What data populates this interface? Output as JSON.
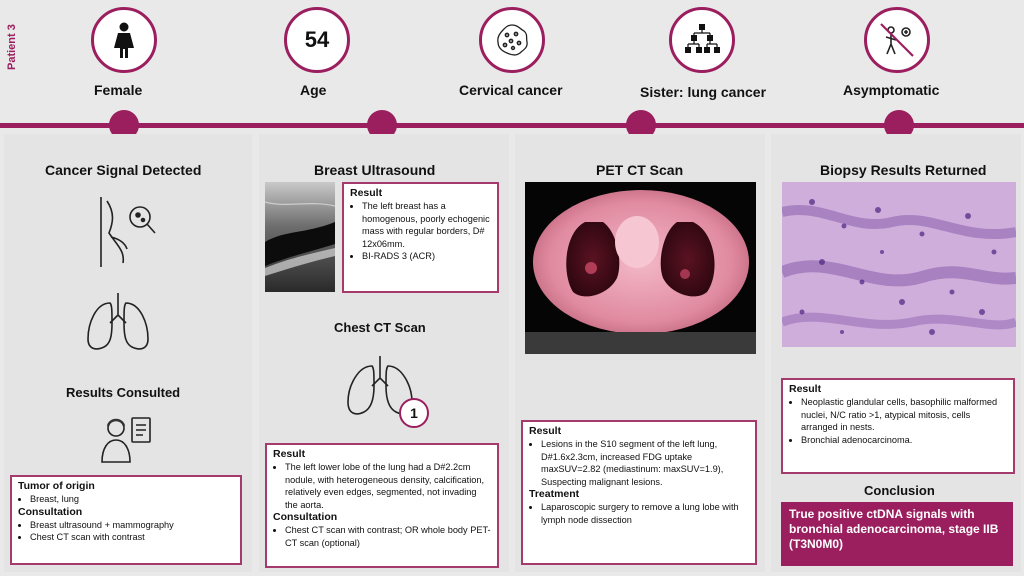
{
  "patient_label": "Patient 3",
  "profile": {
    "sex": "Female",
    "age_value": "54",
    "age_label": "Age",
    "history": "Cervical cancer",
    "family": "Sister: lung cancer",
    "symptoms": "Asymptomatic"
  },
  "col1": {
    "title": "Cancer Signal Detected",
    "consult_title": "Results Consulted",
    "tumor_head": "Tumor of origin",
    "tumor_items": [
      "Breast, lung"
    ],
    "consult_head": "Consultation",
    "consult_items": [
      "Breast ultrasound + mammography",
      "Chest CT scan with contrast"
    ]
  },
  "col2": {
    "title": "Breast Ultrasound",
    "us_head": "Result",
    "us_items": [
      "The left breast has a homogenous, poorly echogenic mass with regular borders, D# 12x06mm.",
      "BI-RADS 3 (ACR)"
    ],
    "ct_title": "Chest CT Scan",
    "ct_badge": "1",
    "ct_head": "Result",
    "ct_items": [
      "The left lower lobe of the lung had a D#2.2cm nodule, with heterogeneous density, calcification, relatively even edges, segmented, not invading the aorta."
    ],
    "ct_consult_head": "Consultation",
    "ct_consult_items": [
      "Chest CT scan with contrast; OR whole body PET-CT scan (optional)"
    ]
  },
  "col3": {
    "title": "PET CT Scan",
    "res_head": "Result",
    "res_items": [
      "Lesions in the S10 segment of the left lung, D#1.6x2.3cm, increased FDG uptake maxSUV=2.82 (mediastinum: maxSUV=1.9), Suspecting malignant lesions."
    ],
    "tx_head": "Treatment",
    "tx_items": [
      "Laparoscopic surgery to remove a lung lobe with lymph node dissection"
    ]
  },
  "col4": {
    "title": "Biopsy Results Returned",
    "res_head": "Result",
    "res_items": [
      "Neoplastic glandular cells, basophilic malformed nuclei, N/C ratio >1, atypical mitosis, cells arranged in nests.",
      "Bronchial adenocarcinoma."
    ],
    "conclusion_title": "Conclusion",
    "conclusion_text": "True positive ctDNA signals with bronchial adenocarcinoma, stage IIB (T3N0M0)"
  },
  "colors": {
    "accent": "#9b1f5e",
    "panel": "#e4e4e4",
    "background": "#e9e9e9"
  },
  "icons": [
    "female-icon",
    "virus-cell-icon",
    "family-tree-icon",
    "no-symptom-icon",
    "breast-scan-icon",
    "lungs-icon",
    "doctor-icon"
  ]
}
